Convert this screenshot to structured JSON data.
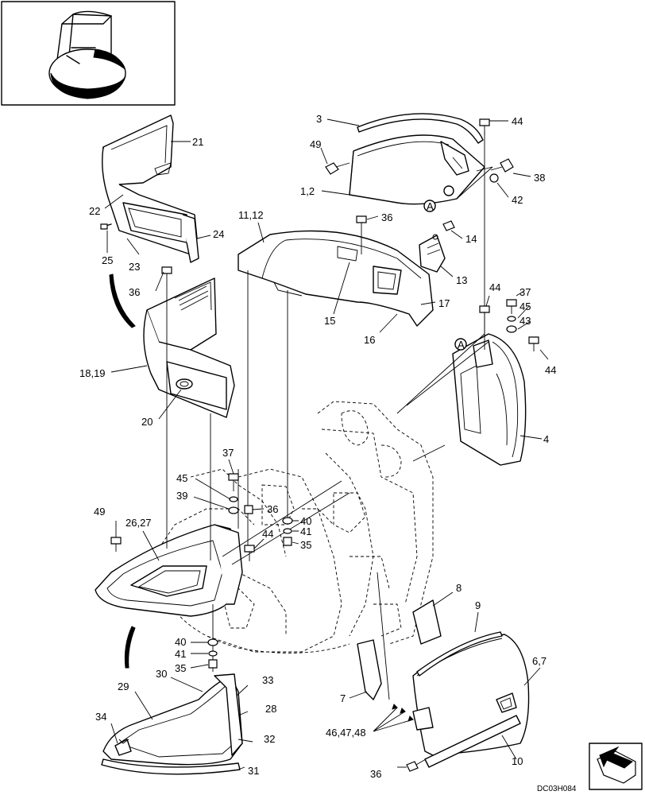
{
  "diagram": {
    "code": "DC03H084",
    "parts": [
      {
        "id": "p3",
        "label": "3"
      },
      {
        "id": "p44a",
        "label": "44"
      },
      {
        "id": "p21",
        "label": "21"
      },
      {
        "id": "p49a",
        "label": "49"
      },
      {
        "id": "p38",
        "label": "38"
      },
      {
        "id": "p12",
        "label": "1,2"
      },
      {
        "id": "p42",
        "label": "42"
      },
      {
        "id": "pAa",
        "label": "A"
      },
      {
        "id": "p22",
        "label": "22"
      },
      {
        "id": "p1112",
        "label": "11,12"
      },
      {
        "id": "p36a",
        "label": "36"
      },
      {
        "id": "p24",
        "label": "24"
      },
      {
        "id": "p14",
        "label": "14"
      },
      {
        "id": "p25",
        "label": "25"
      },
      {
        "id": "p23",
        "label": "23"
      },
      {
        "id": "p13",
        "label": "13"
      },
      {
        "id": "p36b",
        "label": "36"
      },
      {
        "id": "p44b",
        "label": "44"
      },
      {
        "id": "p37a",
        "label": "37"
      },
      {
        "id": "p17",
        "label": "17"
      },
      {
        "id": "p45a",
        "label": "45"
      },
      {
        "id": "p43",
        "label": "43"
      },
      {
        "id": "p15",
        "label": "15"
      },
      {
        "id": "p16",
        "label": "16"
      },
      {
        "id": "pAb",
        "label": "A"
      },
      {
        "id": "p44c",
        "label": "44"
      },
      {
        "id": "p1819",
        "label": "18,19"
      },
      {
        "id": "p20",
        "label": "20"
      },
      {
        "id": "p4",
        "label": "4"
      },
      {
        "id": "p37b",
        "label": "37"
      },
      {
        "id": "p45b",
        "label": "45"
      },
      {
        "id": "p39",
        "label": "39"
      },
      {
        "id": "p36c",
        "label": "36"
      },
      {
        "id": "p49b",
        "label": "49"
      },
      {
        "id": "p2627",
        "label": "26,27"
      },
      {
        "id": "p40a",
        "label": "40"
      },
      {
        "id": "p41a",
        "label": "41"
      },
      {
        "id": "p44d",
        "label": "44"
      },
      {
        "id": "p35a",
        "label": "35"
      },
      {
        "id": "p8",
        "label": "8"
      },
      {
        "id": "p9",
        "label": "9"
      },
      {
        "id": "p67",
        "label": "6,7"
      },
      {
        "id": "p40b",
        "label": "40"
      },
      {
        "id": "p41b",
        "label": "41"
      },
      {
        "id": "p35b",
        "label": "35"
      },
      {
        "id": "p30",
        "label": "30"
      },
      {
        "id": "p33",
        "label": "33"
      },
      {
        "id": "p29",
        "label": "29"
      },
      {
        "id": "p28",
        "label": "28"
      },
      {
        "id": "p7",
        "label": "7"
      },
      {
        "id": "p34",
        "label": "34"
      },
      {
        "id": "p464748",
        "label": "46,47,48"
      },
      {
        "id": "p32",
        "label": "32"
      },
      {
        "id": "p10",
        "label": "10"
      },
      {
        "id": "p31",
        "label": "31"
      },
      {
        "id": "p36d",
        "label": "36"
      }
    ]
  }
}
